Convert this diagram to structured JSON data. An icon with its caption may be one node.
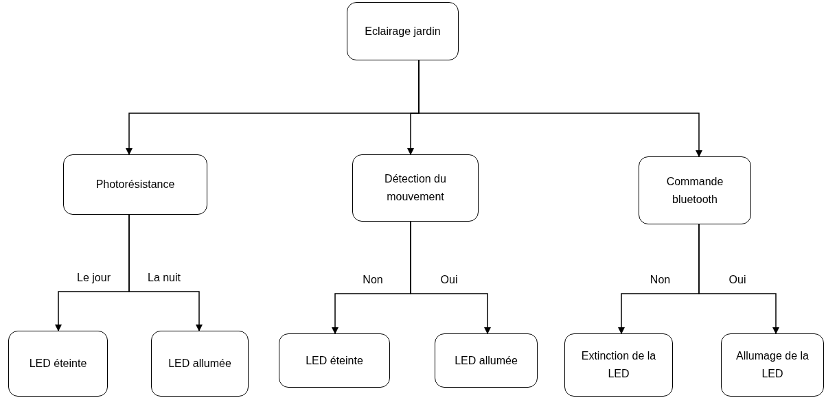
{
  "diagram": {
    "nodes": [
      {
        "text": [
          "Eclairage jardin"
        ]
      },
      {
        "text": [
          "Photorésistance"
        ]
      },
      {
        "text": [
          "Détection du mouvement"
        ]
      },
      {
        "text": [
          "Commande bluetooth"
        ]
      },
      {
        "text": [
          "LED éteinte"
        ]
      },
      {
        "text": [
          "LED allumée"
        ]
      },
      {
        "text": [
          "LED éteinte"
        ]
      },
      {
        "text": [
          "LED allumée"
        ]
      },
      {
        "text": [
          "Extinction de la LED"
        ]
      },
      {
        "text": [
          "Allumage de la LED"
        ]
      }
    ],
    "edges": [
      {
        "from": 0,
        "to": 1,
        "arrow": "to"
      },
      {
        "from": 0,
        "to": 2,
        "arrow": "to"
      },
      {
        "from": 0,
        "to": 3,
        "arrow": "to"
      },
      {
        "from": 1,
        "to": 4,
        "arrow": "to",
        "label": "Le jour"
      },
      {
        "from": 1,
        "to": 5,
        "arrow": "to",
        "label": "La nuit"
      },
      {
        "from": 2,
        "to": 6,
        "arrow": "to",
        "label": "Non"
      },
      {
        "from": 2,
        "to": 7,
        "arrow": "to",
        "label": "Oui"
      },
      {
        "from": 3,
        "to": 8,
        "arrow": "to",
        "label": "Non"
      },
      {
        "from": 3,
        "to": 9,
        "arrow": "to",
        "label": "Oui"
      }
    ]
  }
}
